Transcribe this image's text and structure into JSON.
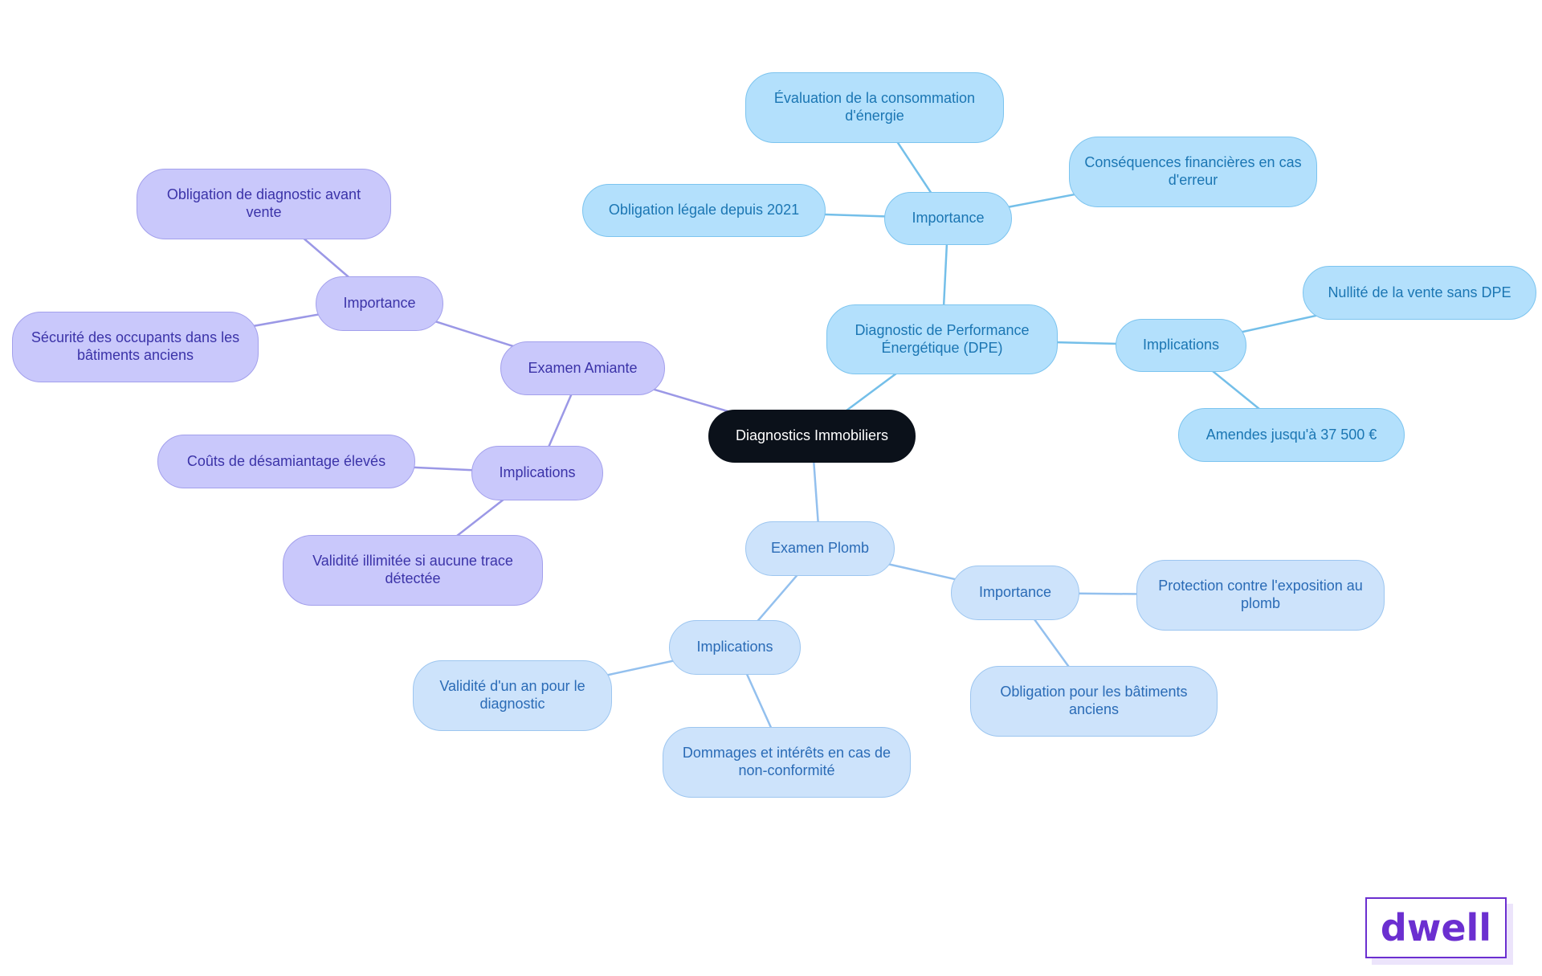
{
  "colors": {
    "root": "#0b111a",
    "dpe_fill": "#b3e0fc",
    "dpe_edge": "#74bfe9",
    "amiante_fill": "#c9c8fb",
    "amiante_edge": "#9b98e6",
    "plomb_fill": "#cde3fb",
    "plomb_edge": "#93c0ee",
    "logo": "#6b2fd0"
  },
  "mindmap": {
    "root": "Diagnostics Immobiliers",
    "branches": {
      "dpe": {
        "label": "Diagnostic de Performance Énergétique (DPE)",
        "importance": {
          "label": "Importance",
          "items": [
            "Évaluation de la consommation d'énergie",
            "Conséquences financières en cas d'erreur",
            "Obligation légale depuis 2021"
          ]
        },
        "implications": {
          "label": "Implications",
          "items": [
            "Nullité de la vente sans DPE",
            "Amendes jusqu'à 37 500 €"
          ]
        }
      },
      "amiante": {
        "label": "Examen Amiante",
        "importance": {
          "label": "Importance",
          "items": [
            "Obligation de diagnostic avant vente",
            "Sécurité des occupants dans les bâtiments anciens"
          ]
        },
        "implications": {
          "label": "Implications",
          "items": [
            "Coûts de désamiantage élevés",
            "Validité illimitée si aucune trace détectée"
          ]
        }
      },
      "plomb": {
        "label": "Examen Plomb",
        "importance": {
          "label": "Importance",
          "items": [
            "Protection contre l'exposition au plomb",
            "Obligation pour les bâtiments anciens"
          ]
        },
        "implications": {
          "label": "Implications",
          "items": [
            "Validité d'un an pour le diagnostic",
            "Dommages et intérêts en cas de non-conformité"
          ]
        }
      }
    }
  },
  "logo": {
    "text": "dwell"
  }
}
